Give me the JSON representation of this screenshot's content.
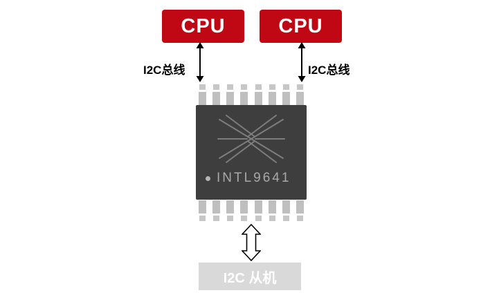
{
  "colors": {
    "cpu_bg": "#c00714",
    "chip_bg": "#3e3e3e",
    "pin_tip": "#c7c7c7",
    "pin_body": "#bfbfbf",
    "chip_text": "#a9a9a9",
    "logo_stroke": "#848484",
    "slave_bg": "#d9d9d9",
    "slave_text": "#ffffff",
    "arrow": "#000000"
  },
  "nodes": {
    "cpu_left": {
      "label": "CPU"
    },
    "cpu_right": {
      "label": "CPU"
    },
    "bus_left": {
      "label": "I2C总线"
    },
    "bus_right": {
      "label": "I2C总线"
    },
    "chip": {
      "label": "INTL9641",
      "pins_per_side": 8
    },
    "slave": {
      "label": "I2C 从机"
    }
  }
}
